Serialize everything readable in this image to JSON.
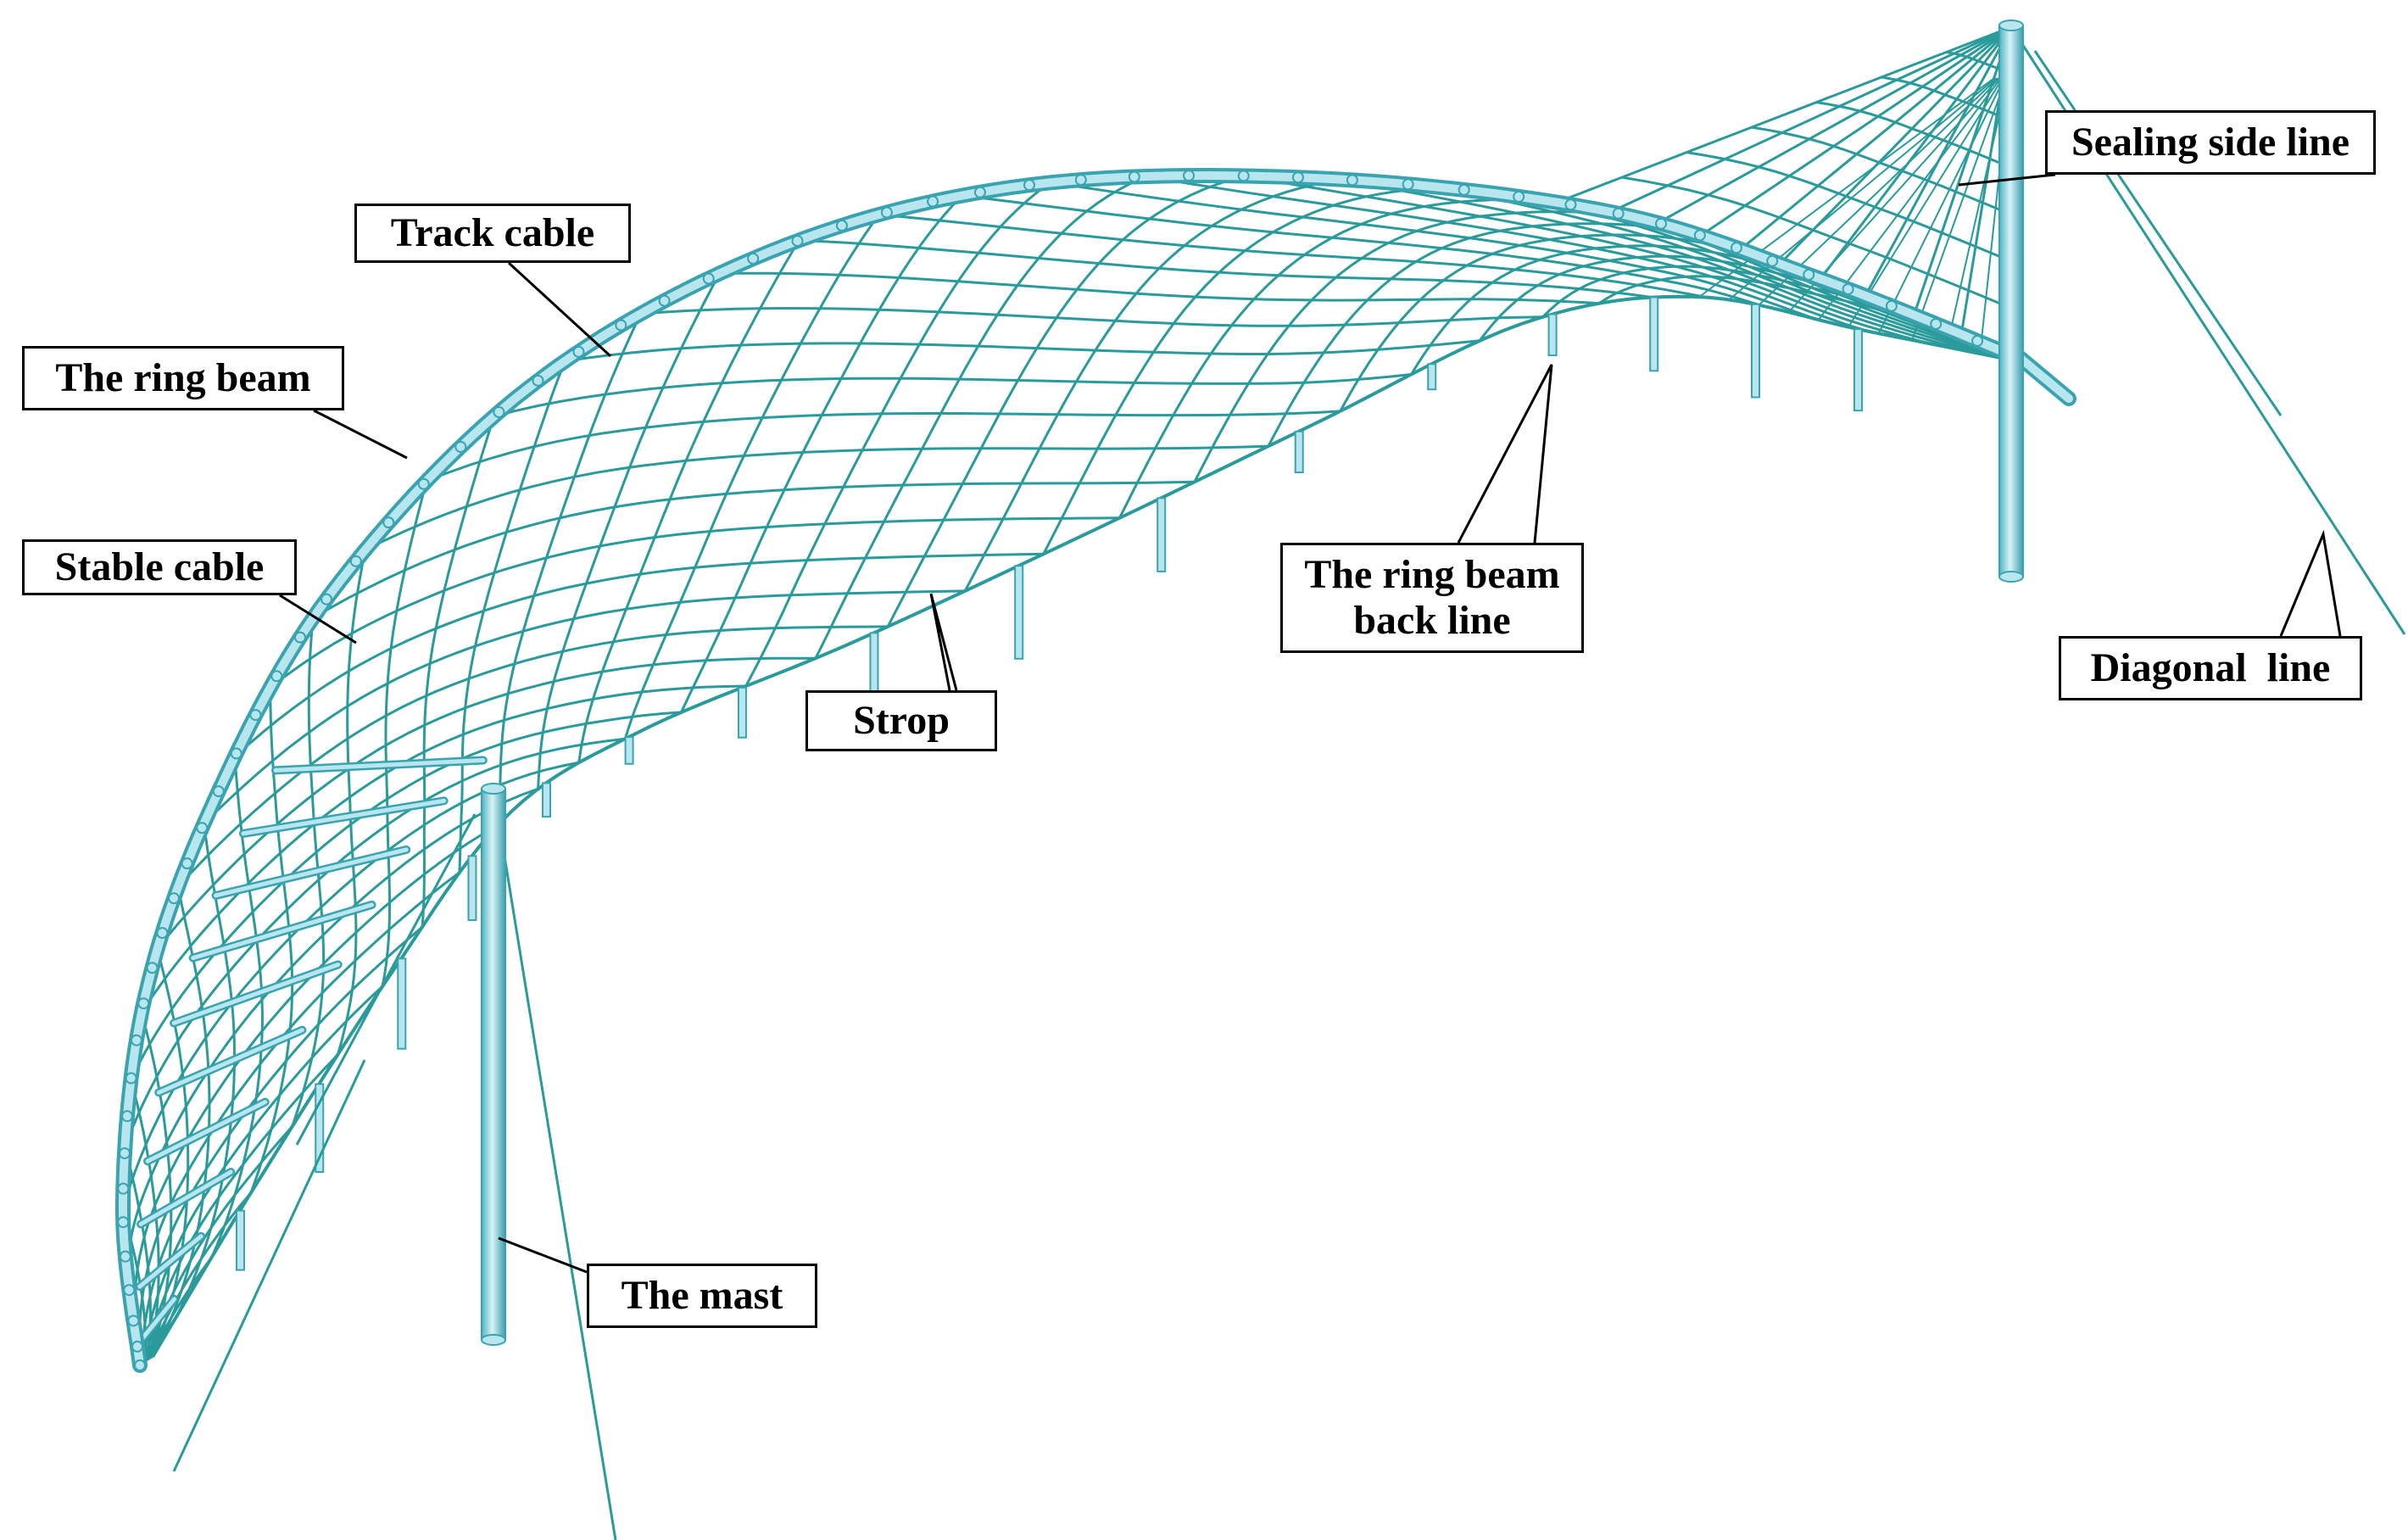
{
  "labels": {
    "track_cable": "Track cable",
    "ring_beam": "The ring beam",
    "stable_cable": "Stable cable",
    "strop": "Strop",
    "ring_beam_back_line_1": "The ring beam",
    "ring_beam_back_line_2": "back line",
    "sealing_side_line": "Sealing side line",
    "diagonal_line": "Diagonal  line",
    "mast": "The mast"
  },
  "colors": {
    "cable": "#2a9a9a",
    "beam_light": "#b8e6ef",
    "beam_dark": "#3aa3b0",
    "leader": "#000000"
  }
}
